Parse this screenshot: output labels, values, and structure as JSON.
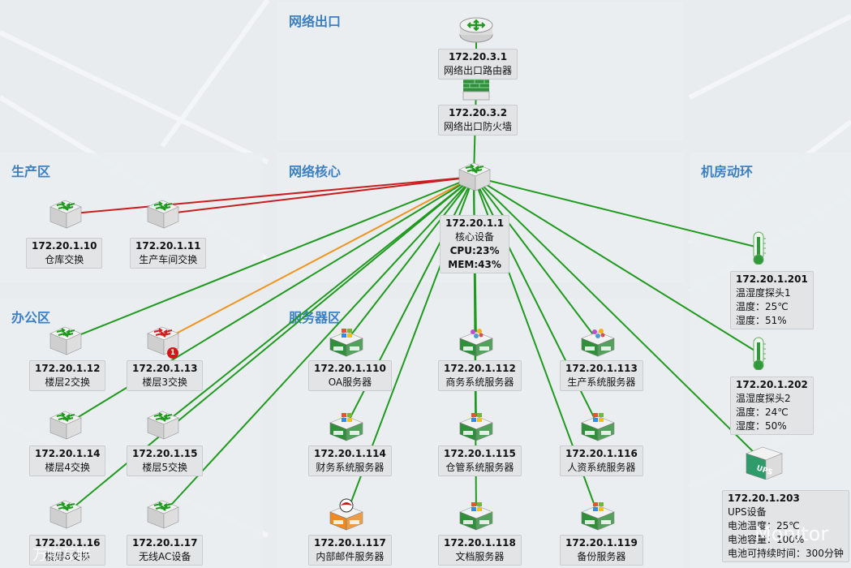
{
  "zones": {
    "exit": "网络出口",
    "core": "网络核心",
    "production": "生产区",
    "office": "办公区",
    "server": "服务器区",
    "env": "机房动环"
  },
  "nodes": {
    "router": {
      "ip": "172.20.3.1",
      "name": "网络出口路由器"
    },
    "firewall": {
      "ip": "172.20.3.2",
      "name": "网络出口防火墙"
    },
    "core": {
      "ip": "172.20.1.1",
      "name": "核心设备",
      "cpu": "CPU:23%",
      "mem": "MEM:43%"
    },
    "sw10": {
      "ip": "172.20.1.10",
      "name": "仓库交换"
    },
    "sw11": {
      "ip": "172.20.1.11",
      "name": "生产车间交换"
    },
    "sw12": {
      "ip": "172.20.1.12",
      "name": "楼层2交换"
    },
    "sw13": {
      "ip": "172.20.1.13",
      "name": "楼层3交换",
      "alarm": "1"
    },
    "sw14": {
      "ip": "172.20.1.14",
      "name": "楼层4交换"
    },
    "sw15": {
      "ip": "172.20.1.15",
      "name": "楼层5交换"
    },
    "sw16": {
      "ip": "172.20.1.16",
      "name": "楼层6交换"
    },
    "sw17": {
      "ip": "172.20.1.17",
      "name": "无线AC设备"
    },
    "s110": {
      "ip": "172.20.1.110",
      "name": "OA服务器"
    },
    "s112": {
      "ip": "172.20.1.112",
      "name": "商务系统服务器"
    },
    "s113": {
      "ip": "172.20.1.113",
      "name": "生产系统服务器"
    },
    "s114": {
      "ip": "172.20.1.114",
      "name": "财务系统服务器"
    },
    "s115": {
      "ip": "172.20.1.115",
      "name": "仓管系统服务器"
    },
    "s116": {
      "ip": "172.20.1.116",
      "name": "人资系统服务器"
    },
    "s117": {
      "ip": "172.20.1.117",
      "name": "内部邮件服务器"
    },
    "s118": {
      "ip": "172.20.1.118",
      "name": "文档服务器"
    },
    "s119": {
      "ip": "172.20.1.119",
      "name": "备份服务器"
    },
    "th1": {
      "ip": "172.20.1.201",
      "name": "温湿度探头1",
      "temp": "温度：25℃",
      "hum": "湿度：51%"
    },
    "th2": {
      "ip": "172.20.1.202",
      "name": "温湿度探头2",
      "temp": "温度：24℃",
      "hum": "湿度：50%"
    },
    "ups": {
      "ip": "172.20.1.203",
      "name": "UPS设备",
      "temp": "电池温度：25℃",
      "cap": "电池容量：100%",
      "time": "电池可持续时间：300分钟",
      "icon_text": "UPS"
    }
  },
  "watermark": {
    "left": "万物互联",
    "right": "Monitor"
  },
  "colors": {
    "normal": "#1f9a1f",
    "alarm": "#c81e1e",
    "warn": "#f0941e",
    "zone_title": "#3b7fc4"
  }
}
